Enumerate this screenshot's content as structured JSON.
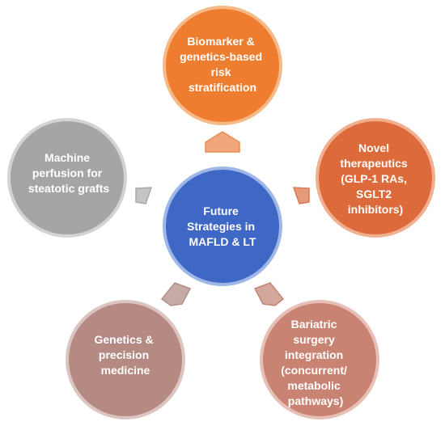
{
  "diagram": {
    "center": {
      "lines": [
        "Future",
        "Strategies in",
        "MAFLD & LT"
      ],
      "color": "#3e67c6",
      "border": "#9fb7e6"
    },
    "nodes": [
      {
        "id": "biomarker",
        "lines": [
          "Biomarker &",
          "genetics-based",
          "risk",
          "stratification"
        ],
        "color": "#ef7d2f",
        "border": "#f6b988"
      },
      {
        "id": "novel-therapeutics",
        "lines": [
          "Novel",
          "therapeutics",
          "(GLP-1 RAs,",
          "SGLT2",
          "inhibitors)"
        ],
        "color": "#dd6a3b",
        "border": "#f0b08f"
      },
      {
        "id": "bariatric",
        "lines": [
          "Bariatric",
          "surgery",
          "integration",
          "(concurrent/",
          "metabolic",
          "pathways)"
        ],
        "color": "#c98372",
        "border": "#e6c0b6"
      },
      {
        "id": "genetics-precision",
        "lines": [
          "Genetics &",
          "precision",
          "medicine"
        ],
        "color": "#b48a83",
        "border": "#dcc4c0"
      },
      {
        "id": "machine-perfusion",
        "lines": [
          "Machine",
          "perfusion for",
          "steatotic grafts"
        ],
        "color": "#a5a5a5",
        "border": "#d3d3d3"
      }
    ]
  }
}
